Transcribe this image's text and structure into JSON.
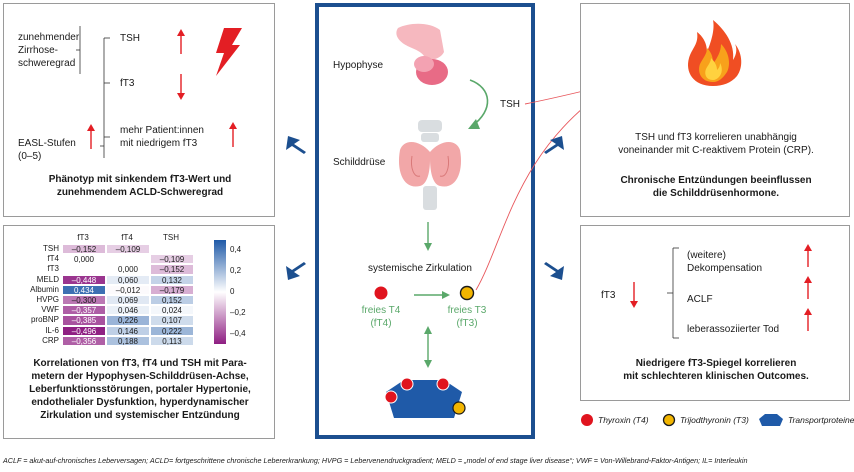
{
  "colors": {
    "frame": "#1c4f8f",
    "green": "#5aa86a",
    "red_arrow": "#e31e24",
    "thyroxin": "#e0141e",
    "trijod": "#f2b500",
    "protein": "#1f5aa8"
  },
  "top_left": {
    "left_label_1": "zunehmender",
    "left_label_2": "Zirrhose-",
    "left_label_3": "schweregrad",
    "easl_1": "EASL-Stufen",
    "easl_2": "(0–5)",
    "tsh": "TSH",
    "ft3": "fT3",
    "patients_1": "mehr Patient:innen",
    "patients_2": "mit niedrigem fT3",
    "caption_1": "Phänotyp mit sinkendem fT3-Wert und",
    "caption_2": "zunehmendem ACLD-Schweregrad",
    "icons": [
      "arrow-up",
      "arrow-down",
      "arrow-up",
      "arrow-up",
      "lightning"
    ]
  },
  "center": {
    "hypophyse": "Hypophyse",
    "tsh": "TSH",
    "schilddruese": "Schilddrüse",
    "zirkulation": "systemische Zirkulation",
    "t4_1": "freies T4",
    "t4_2": "(fT4)",
    "t3_1": "freies T3",
    "t3_2": "(fT3)"
  },
  "top_right": {
    "text_1": "TSH und fT3 korrelieren unabhängig",
    "text_2": "voneinander mit C-reaktivem Protein (CRP).",
    "caption_1": "Chronische Entzündungen beeinflussen",
    "caption_2": "die Schilddrüsenhormone."
  },
  "bottom_right": {
    "ft3": "fT3",
    "item_1a": "(weitere)",
    "item_1b": "Dekompensation",
    "item_2": "ACLF",
    "item_3": "leberassoziierter Tod",
    "caption_1": "Niedrigere fT3-Spiegel korrelieren",
    "caption_2": "mit schlechteren klinischen Outcomes."
  },
  "bottom_left": {
    "caption_1": "Korrelationen von fT3, fT4 und TSH mit Para-",
    "caption_2": "metern der Hypophysen-Schilddrüsen-Achse,",
    "caption_3": "Leberfunktionsstörungen, portaler Hypertonie,",
    "caption_4": "endothelialer Dysfunktion, hyperdynamischer",
    "caption_5": "Zirkulation und systemischer Entzündung"
  },
  "chart_data": {
    "type": "heatmap",
    "columns": [
      "fT3",
      "fT4",
      "TSH"
    ],
    "rows": [
      "TSH",
      "fT4",
      "fT3",
      "MELD",
      "Albumin",
      "HVPG",
      "VWF",
      "proBNP",
      "IL-6",
      "CRP"
    ],
    "values": [
      [
        "–0,152",
        "–0,109",
        ""
      ],
      [
        "0,000",
        "",
        "–0,109"
      ],
      [
        "",
        "0,000",
        "–0,152"
      ],
      [
        "–0,448",
        "0,060",
        "0,132"
      ],
      [
        "0,434",
        "–0,012",
        "–0,179"
      ],
      [
        "–0,300",
        "0,069",
        "0,152"
      ],
      [
        "–0,357",
        "0,046",
        "0,024"
      ],
      [
        "–0,385",
        "0,226",
        "0,107"
      ],
      [
        "–0,496",
        "0,146",
        "0,222"
      ],
      [
        "–0,356",
        "0,188",
        "0,113"
      ]
    ],
    "numeric": [
      [
        -0.152,
        -0.109,
        null
      ],
      [
        0.0,
        null,
        -0.109
      ],
      [
        null,
        0.0,
        -0.152
      ],
      [
        -0.448,
        0.06,
        0.132
      ],
      [
        0.434,
        -0.012,
        -0.179
      ],
      [
        -0.3,
        0.069,
        0.152
      ],
      [
        -0.357,
        0.046,
        0.024
      ],
      [
        -0.385,
        0.226,
        0.107
      ],
      [
        -0.496,
        0.146,
        0.222
      ],
      [
        -0.356,
        0.188,
        0.113
      ]
    ],
    "colorbar_ticks": [
      "0,4",
      "0,2",
      "0",
      "–0,2",
      "–0,4"
    ],
    "colorbar_values": [
      0.4,
      0.2,
      0,
      -0.2,
      -0.4
    ],
    "range": [
      -0.5,
      0.5
    ]
  },
  "legend": {
    "thyroxin": "Thyroxin (T4)",
    "trijod": "Trijodthyronin (T3)",
    "protein": "Transportproteine"
  },
  "footnote": "ACLF = akut-auf-chronisches Leberversagen; ACLD= fortgeschrittene chronische Lebererkrankung; HVPG = Lebervenendruckgradient; MELD = „model of end stage liver disease“; VWF = Von-Willebrand-Faktor-Antigen; IL= Interleukin"
}
